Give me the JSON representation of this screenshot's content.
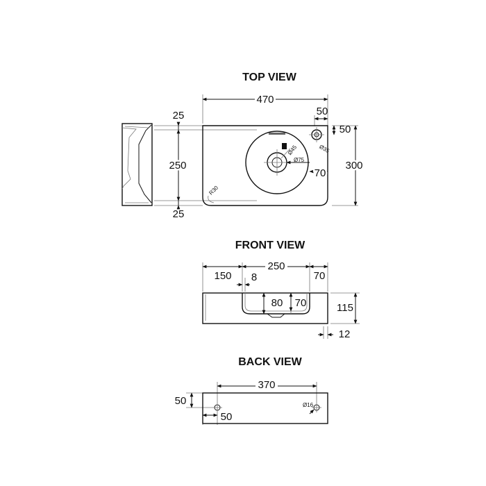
{
  "views": {
    "top": {
      "title": "TOP VIEW",
      "dims": {
        "overall_width": "470",
        "tap_offset_x": "50",
        "tap_offset_y": "50",
        "depth": "300",
        "edge_top": "25",
        "inner_depth": "250",
        "edge_bottom": "25",
        "bowl_offset": "70",
        "corner_radius": "R30",
        "waste_dia": "Ø45",
        "bowl_dia": "Ø75",
        "tap_hole_dia": "Ø35"
      }
    },
    "front": {
      "title": "FRONT VIEW",
      "dims": {
        "left_offset": "150",
        "bowl_width": "250",
        "right_offset": "70",
        "wall": "8",
        "bowl_depth": "80",
        "inner_offset": "70",
        "height": "115",
        "base_thickness": "12"
      }
    },
    "back": {
      "title": "BACK VIEW",
      "dims": {
        "hole_spacing": "370",
        "hole_height": "50",
        "hole_offset": "50",
        "fixing_hole_dia": "Ø16"
      }
    }
  }
}
